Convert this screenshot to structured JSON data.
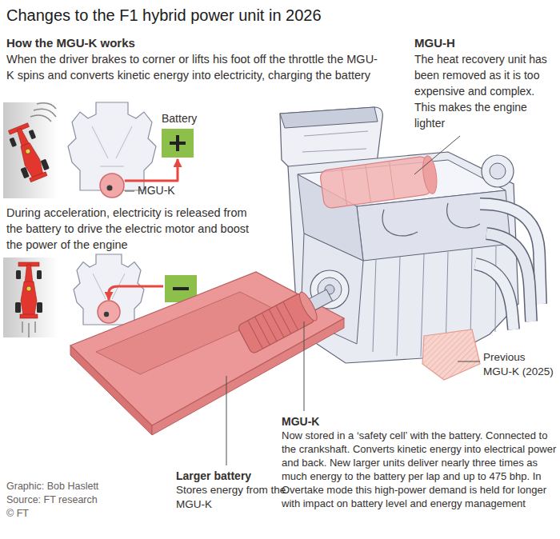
{
  "diagram": {
    "title": "Changes to the F1 hybrid power unit in 2026",
    "nodes": [
      {
        "text": [
          "Battery"
        ]
      },
      {
        "text": [
          "MGU-K"
        ]
      }
    ],
    "edges": [
      {
        "from": 1,
        "to": 0,
        "arrow": "to"
      }
    ],
    "labels": [
      "How the MGU-K works",
      "When the driver brakes to corner or lifts his foot off the throttle the MGU-K spins and converts kinetic energy into electricity, charging the battery",
      "During acceleration, electricity is released from the battery to drive the electric motor and boost the power of the engine",
      "MGU-H",
      "The heat recovery unit has been removed as it is too expensive and complex. This makes the engine lighter",
      "Previous MGU-K (2025)",
      "MGU-K",
      "Now stored in a ‘safety cell’ with the battery. Connected to the crankshaft. Converts kinetic energy into electrical power and back. New larger units deliver nearly three times as much energy to the battery per lap and up to 475 bhp. In Overtake mode this high-power demand is held for longer with impact on battery level and energy management",
      "Larger battery",
      "Stores energy from the MGU-K",
      "Graphic: Bob Haslett",
      "Source: FT research",
      "© FT"
    ]
  }
}
